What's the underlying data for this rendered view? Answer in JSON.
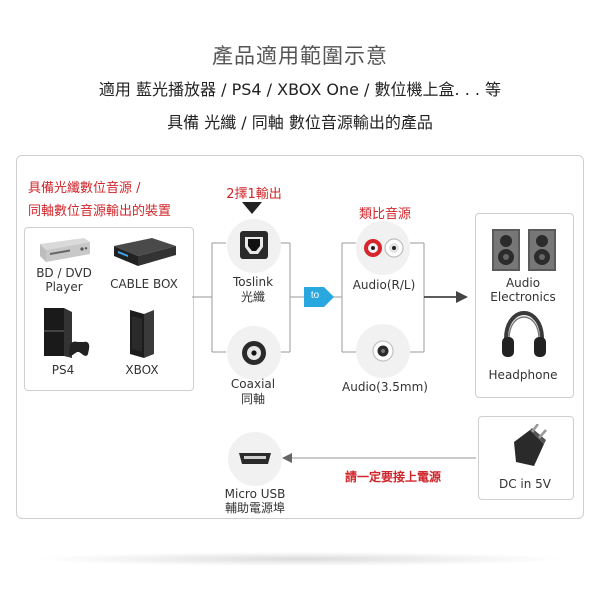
{
  "header": {
    "title": "產品適用範圍示意",
    "line1": "適用 藍光播放器 / PS4 / XBOX One / 數位機上盒. . . 等",
    "line2": "具備 光纖 / 同軸 數位音源輸出的產品"
  },
  "sources": {
    "heading_line1": "具備光纖數位音源 /",
    "heading_line2": "同軸數位音源輸出的裝置",
    "devices": [
      {
        "label": "BD / DVD\nPlayer",
        "icon": "dvd-player-icon"
      },
      {
        "label": "CABLE BOX",
        "icon": "cable-box-icon"
      },
      {
        "label": "PS4",
        "icon": "ps4-console-icon"
      },
      {
        "label": "XBOX",
        "icon": "xbox-console-icon"
      }
    ]
  },
  "inputs": {
    "select_label": "2擇1輸出",
    "toslink": {
      "label1": "Toslink",
      "label2": "光纖"
    },
    "coaxial": {
      "label1": "Coaxial",
      "label2": "同軸"
    }
  },
  "converter": {
    "to_label": "to"
  },
  "outputs": {
    "heading": "類比音源",
    "rl": "Audio(R/L)",
    "mm": "Audio(3.5mm)"
  },
  "targets": {
    "audio_label": "Audio\nElectronics",
    "headphone_label": "Headphone"
  },
  "power": {
    "dc_label": "DC in 5V",
    "warning": "請一定要接上電源",
    "usb_label1": "Micro USB",
    "usb_label2": "輔助電源埠"
  },
  "colors": {
    "accent_red": "#d0262b",
    "cyan": "#29a8e0"
  }
}
